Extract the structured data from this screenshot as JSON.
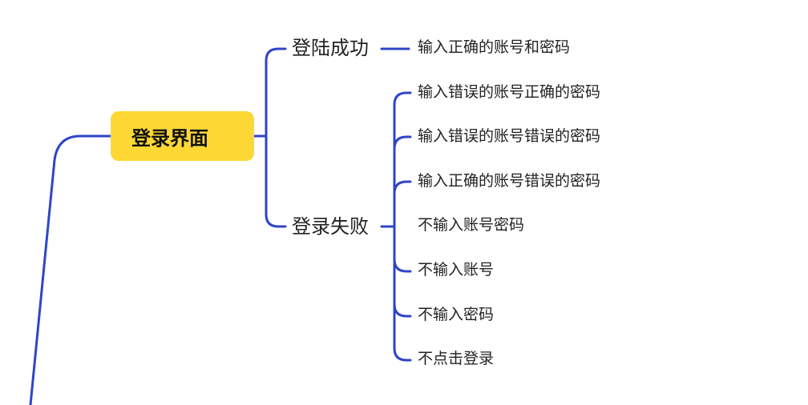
{
  "mindmap": {
    "root": {
      "label": "登录界面",
      "color": "#fdd835"
    },
    "line_color": "#2f45c8",
    "branches": [
      {
        "label": "登陆成功",
        "leaves": [
          "输入正确的账号和密码"
        ]
      },
      {
        "label": "登录失败",
        "leaves": [
          "输入错误的账号正确的密码",
          "输入错误的账号错误的密码",
          "输入正确的账号错误的密码",
          "不输入账号密码",
          "不输入账号",
          "不输入密码",
          "不点击登录"
        ]
      }
    ]
  }
}
